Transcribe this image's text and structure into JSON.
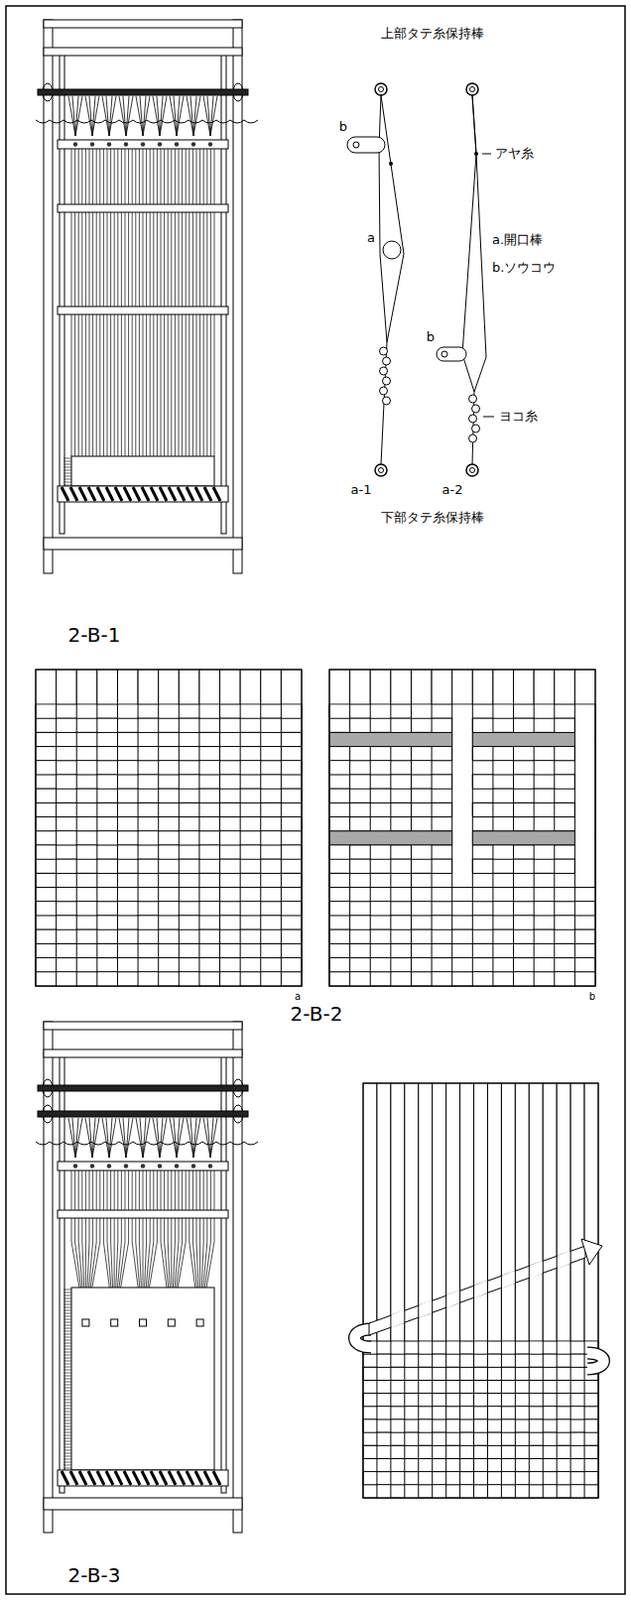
{
  "diagram": {
    "labels": [
      "上部タテ糸保持棒",
      "b",
      "a",
      "アヤ糸",
      "a.開口棒",
      "b.ソウコウ",
      "b",
      "ヨコ糸",
      "a-1",
      "a-2",
      "下部タテ糸保持棒",
      "2-B-1",
      "a",
      "b",
      "2-B-2",
      "2-B-3"
    ]
  }
}
